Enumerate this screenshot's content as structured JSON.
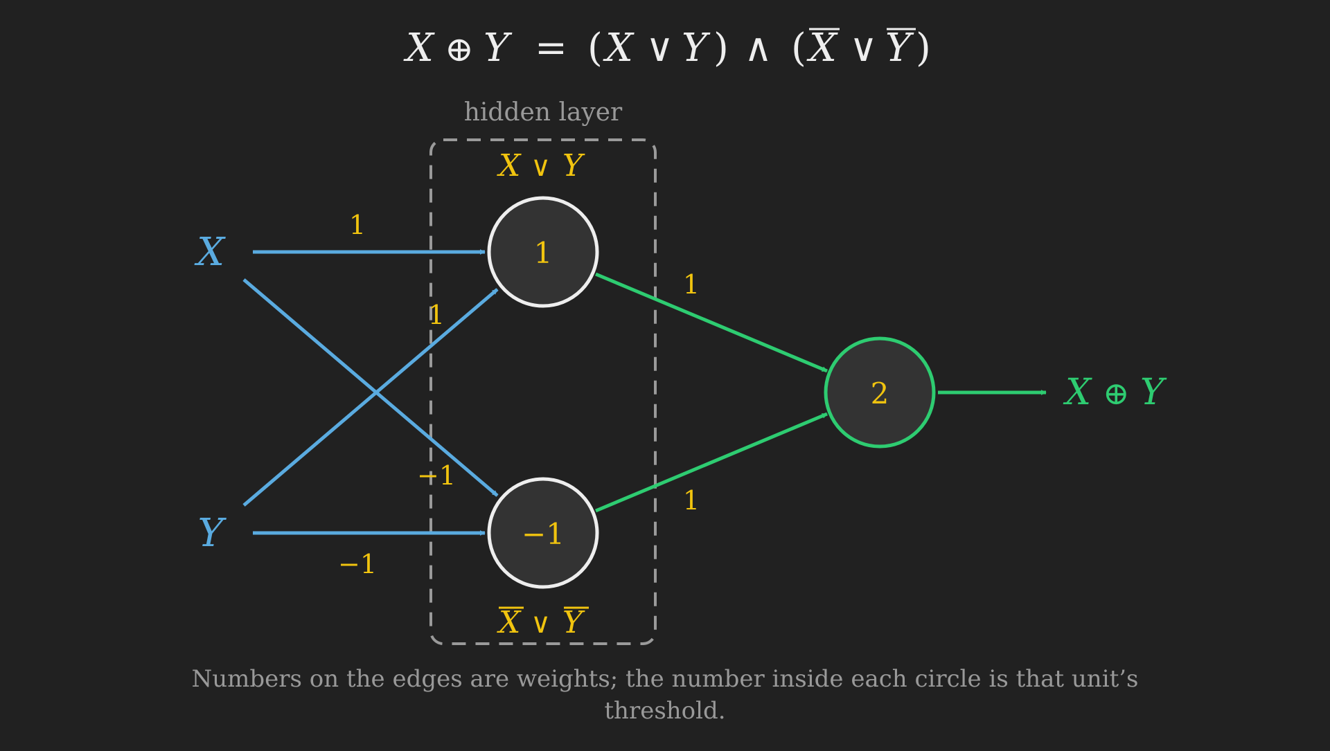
{
  "colors": {
    "background": "#212121",
    "input": "#5aabe0",
    "output": "#2ecc71",
    "weight": "#f1c40f",
    "text_muted": "#999999",
    "text_light": "#eeeeee",
    "node_fill": "#333333",
    "dashed_box": "#9a9a9a"
  },
  "title": {
    "x": "X",
    "xor": "⊕",
    "y": "Y",
    "eq": "=",
    "lp": "(",
    "rp": ")",
    "or": "∨",
    "and": "∧"
  },
  "hidden_label": "hidden layer",
  "inputs": {
    "x": "X",
    "y": "Y"
  },
  "hidden_nodes": {
    "top": {
      "threshold": "1",
      "caption_x": "X",
      "caption_or": "∨",
      "caption_y": "Y"
    },
    "bottom": {
      "threshold": "−1",
      "caption_x": "X",
      "caption_or": "∨",
      "caption_y": "Y"
    }
  },
  "output_node": {
    "threshold": "2"
  },
  "output_label": {
    "x": "X",
    "xor": "⊕",
    "y": "Y"
  },
  "weights": {
    "x_to_top": "1",
    "y_to_top": "1",
    "x_to_bottom": "−1",
    "y_to_bottom": "−1",
    "top_to_out": "1",
    "bottom_to_out": "1"
  },
  "caption_line1": "Numbers on the edges are weights; the number inside each circle is that unit’s",
  "caption_line2": "threshold."
}
